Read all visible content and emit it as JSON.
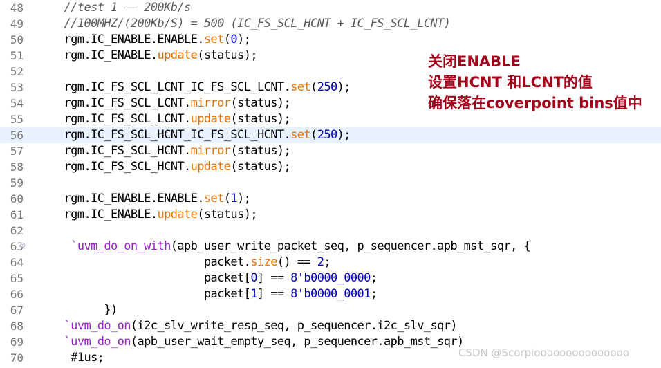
{
  "editor": {
    "highlighted_line": "56",
    "lines": [
      {
        "no": "48",
        "parts": [
          {
            "t": "    "
          },
          {
            "t": "//test 1 —— 200Kb/s",
            "c": "c"
          }
        ]
      },
      {
        "no": "49",
        "parts": [
          {
            "t": "    "
          },
          {
            "t": "//100MHZ/(200Kb/S) = 500 (IC_FS_SCL_HCNT + IC_FS_SCL_LCNT)",
            "c": "c"
          }
        ]
      },
      {
        "no": "50",
        "parts": [
          {
            "t": "    rgm.IC_ENABLE.ENABLE."
          },
          {
            "t": "set",
            "c": "m"
          },
          {
            "t": "("
          },
          {
            "t": "0",
            "c": "n"
          },
          {
            "t": ");"
          }
        ]
      },
      {
        "no": "51",
        "parts": [
          {
            "t": "    rgm.IC_ENABLE."
          },
          {
            "t": "update",
            "c": "m"
          },
          {
            "t": "(status);"
          }
        ]
      },
      {
        "no": "52",
        "parts": []
      },
      {
        "no": "53",
        "parts": [
          {
            "t": "    rgm.IC_FS_SCL_LCNT_IC_FS_SCL_LCNT."
          },
          {
            "t": "set",
            "c": "m"
          },
          {
            "t": "("
          },
          {
            "t": "250",
            "c": "n"
          },
          {
            "t": ");"
          }
        ]
      },
      {
        "no": "54",
        "parts": [
          {
            "t": "    rgm.IC_FS_SCL_LCNT."
          },
          {
            "t": "mirror",
            "c": "m"
          },
          {
            "t": "(status);"
          }
        ]
      },
      {
        "no": "55",
        "parts": [
          {
            "t": "    rgm.IC_FS_SCL_LCNT."
          },
          {
            "t": "update",
            "c": "m"
          },
          {
            "t": "(status);"
          }
        ]
      },
      {
        "no": "56",
        "parts": [
          {
            "t": "    rgm.IC_FS_SCL_HCNT_IC_FS_SCL_HCNT."
          },
          {
            "t": "set",
            "c": "m"
          },
          {
            "t": "("
          },
          {
            "t": "250",
            "c": "n"
          },
          {
            "t": ");"
          }
        ]
      },
      {
        "no": "57",
        "parts": [
          {
            "t": "    rgm.IC_FS_SCL_HCNT."
          },
          {
            "t": "mirror",
            "c": "m"
          },
          {
            "t": "(status);"
          }
        ]
      },
      {
        "no": "58",
        "parts": [
          {
            "t": "    rgm.IC_FS_SCL_HCNT."
          },
          {
            "t": "update",
            "c": "m"
          },
          {
            "t": "(status);"
          }
        ]
      },
      {
        "no": "59",
        "parts": []
      },
      {
        "no": "60",
        "parts": [
          {
            "t": "    rgm.IC_ENABLE.ENABLE."
          },
          {
            "t": "set",
            "c": "m"
          },
          {
            "t": "("
          },
          {
            "t": "1",
            "c": "n"
          },
          {
            "t": ");"
          }
        ]
      },
      {
        "no": "61",
        "parts": [
          {
            "t": "    rgm.IC_ENABLE."
          },
          {
            "t": "update",
            "c": "m"
          },
          {
            "t": "(status);"
          }
        ]
      },
      {
        "no": "62",
        "parts": []
      },
      {
        "no": "63",
        "fold": true,
        "parts": [
          {
            "t": "     "
          },
          {
            "t": "`uvm_do_on_with",
            "c": "k"
          },
          {
            "t": "(apb_user_write_packet_seq, p_sequencer.apb_mst_sqr, {"
          }
        ]
      },
      {
        "no": "64",
        "parts": [
          {
            "t": "                         packet."
          },
          {
            "t": "size",
            "c": "m"
          },
          {
            "t": "() == "
          },
          {
            "t": "2",
            "c": "n"
          },
          {
            "t": ";"
          }
        ]
      },
      {
        "no": "65",
        "parts": [
          {
            "t": "                         packet["
          },
          {
            "t": "0",
            "c": "n"
          },
          {
            "t": "] == "
          },
          {
            "t": "8'b0000_0000",
            "c": "n"
          },
          {
            "t": ";"
          }
        ]
      },
      {
        "no": "66",
        "parts": [
          {
            "t": "                         packet["
          },
          {
            "t": "1",
            "c": "n"
          },
          {
            "t": "] == "
          },
          {
            "t": "8'b0000_0001",
            "c": "n"
          },
          {
            "t": ";"
          }
        ]
      },
      {
        "no": "67",
        "parts": [
          {
            "t": "          })"
          }
        ]
      },
      {
        "no": "68",
        "parts": [
          {
            "t": "    "
          },
          {
            "t": "`uvm_do_on",
            "c": "k"
          },
          {
            "t": "(i2c_slv_write_resp_seq, p_sequencer.i2c_slv_sqr)"
          }
        ]
      },
      {
        "no": "69",
        "parts": [
          {
            "t": "    "
          },
          {
            "t": "`uvm_do_on",
            "c": "k"
          },
          {
            "t": "(apb_user_wait_empty_seq, p_sequencer.apb_mst_sqr)"
          }
        ]
      },
      {
        "no": "70",
        "parts": [
          {
            "t": "     #1us;"
          }
        ]
      }
    ]
  },
  "annotation": {
    "line1": "关闭ENABLE",
    "line2": "设置HCNT 和LCNT的值",
    "line3": "确保落在coverpoint bins值中"
  },
  "watermark": "CSDN @Scorpiooooooooooooooo"
}
